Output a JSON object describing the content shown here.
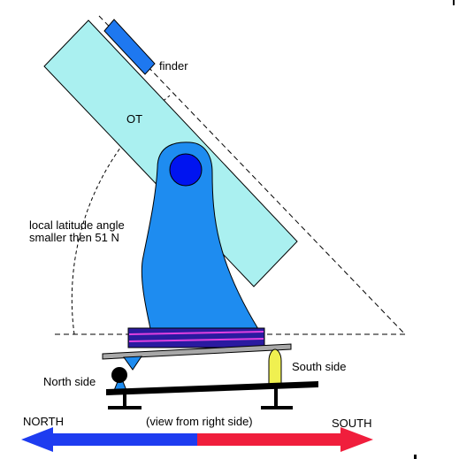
{
  "labels": {
    "finder": "finder",
    "ot": "OT",
    "latitude_line1": "local latitude angle",
    "latitude_line2": "smaller then 51 N",
    "south_side": "South side",
    "north_side": "North side",
    "north": "NORTH",
    "south": "SOUTH",
    "view": "(view from right side)"
  },
  "colors": {
    "tube": "#aaf0f0",
    "mount": "#1e8cf0",
    "axis_knob": "#0014f0",
    "finder": "#1e78f0",
    "base_stripe_dark": "#2a1aa0",
    "base_stripe_light": "#e040e0",
    "plate": "#a8a8a8",
    "support_south": "#f0f050",
    "support_north": "#1e8cf0",
    "arrow_north": "#1e3cf0",
    "arrow_south": "#f01e3c",
    "line": "#000000"
  }
}
